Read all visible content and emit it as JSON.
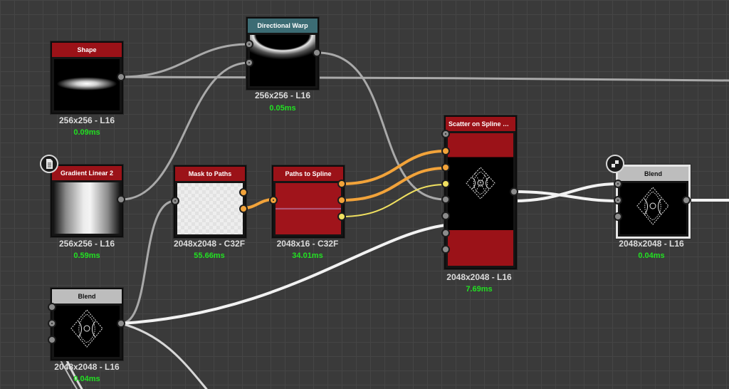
{
  "colors": {
    "header_red": "#9b1218",
    "header_teal": "#3c6c74",
    "header_grey": "#bdbdbd",
    "wire_grey": "#a9a9a9",
    "wire_white": "#f2f2f2",
    "wire_orange": "#f2a33a",
    "wire_yellow": "#f0e060",
    "time_green": "#22e022"
  },
  "nodes": {
    "directional_warp": {
      "title": "Directional Warp",
      "resolution": "256x256 - L16",
      "time": "0.05ms"
    },
    "shape": {
      "title": "Shape",
      "resolution": "256x256 - L16",
      "time": "0.09ms"
    },
    "gradient_linear_2": {
      "title": "Gradient Linear 2",
      "resolution": "256x256 - L16",
      "time": "0.59ms",
      "badge_icon": "document-icon"
    },
    "mask_to_paths": {
      "title": "Mask to Paths",
      "resolution": "2048x2048 - C32F",
      "time": "55.66ms"
    },
    "paths_to_spline": {
      "title": "Paths to Spline",
      "resolution": "2048x16 - C32F",
      "time": "34.01ms"
    },
    "scatter_on_spline": {
      "title": "Scatter on Spline Gray...",
      "resolution": "2048x2048 - L16",
      "time": "7.69ms"
    },
    "blend_right": {
      "title": "Blend",
      "resolution": "2048x2048 - L16",
      "time": "0.04ms",
      "badge_icon": "checker-icon"
    },
    "blend_left": {
      "title": "Blend",
      "resolution": "2048x2048 - L16",
      "time": "0.04ms"
    }
  }
}
